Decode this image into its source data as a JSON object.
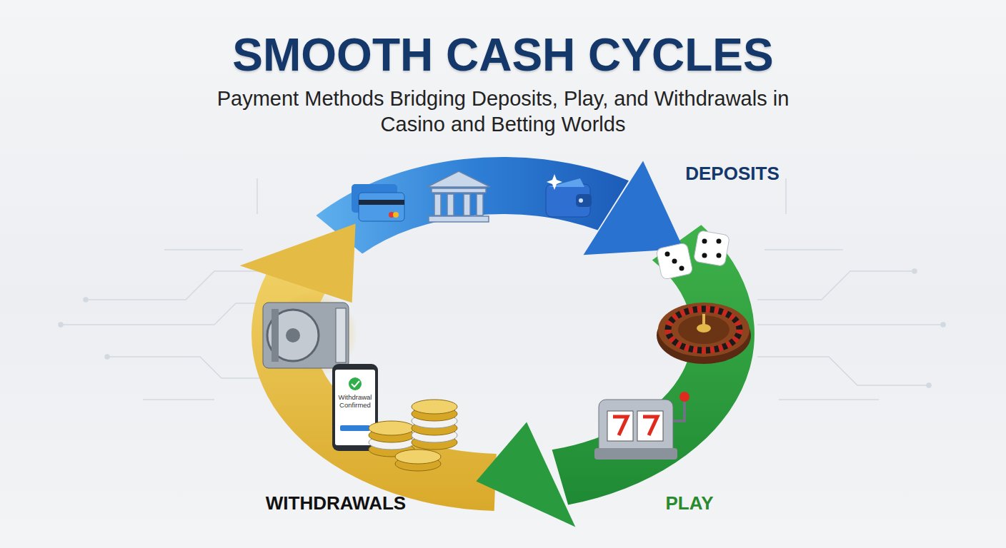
{
  "diagram": {
    "title": "SMOOTH CASH CYCLES",
    "labels": [
      "Payment Methods Bridging Deposits, Play, and Withdrawals in Casino and Betting Worlds",
      "DEPOSITS",
      "Withdrawal Confirmed",
      "WITHDRAWALS",
      "PLAY"
    ]
  }
}
